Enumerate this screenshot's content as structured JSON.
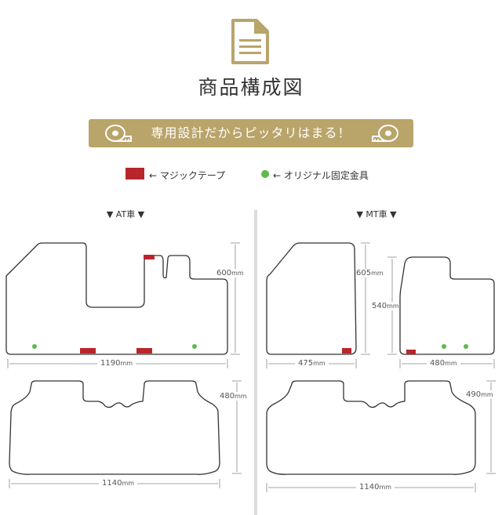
{
  "page": {
    "title": "商品構成図",
    "banner": "専用設計だからピッタリはまる！"
  },
  "icons": {
    "document": "document-icon",
    "tape": "tape-measure-icon"
  },
  "legend": [
    {
      "label": "← マジックテープ",
      "marker": "red-rectangle",
      "color": "#b8262c"
    },
    {
      "label": "← オリジナル固定金具",
      "marker": "green-dot",
      "color": "#5dbb46"
    }
  ],
  "colors": {
    "accent_gold": "#b9a46a",
    "velcro_red": "#b8262c",
    "fixture_green": "#5dbb46"
  },
  "at": {
    "heading": "▼ AT車 ▼",
    "front": {
      "height_value": "600",
      "width_value": "1190",
      "unit": "mm"
    },
    "rear": {
      "height_value": "480",
      "width_value": "1140",
      "unit": "mm"
    }
  },
  "mt": {
    "heading": "▼ MT車 ▼",
    "driver": {
      "height_value": "605",
      "width_value": "475",
      "unit": "mm"
    },
    "passenger": {
      "height_value": "540",
      "width_value": "480",
      "unit": "mm"
    },
    "rear": {
      "height_value": "490",
      "width_value": "1140",
      "unit": "mm"
    }
  }
}
